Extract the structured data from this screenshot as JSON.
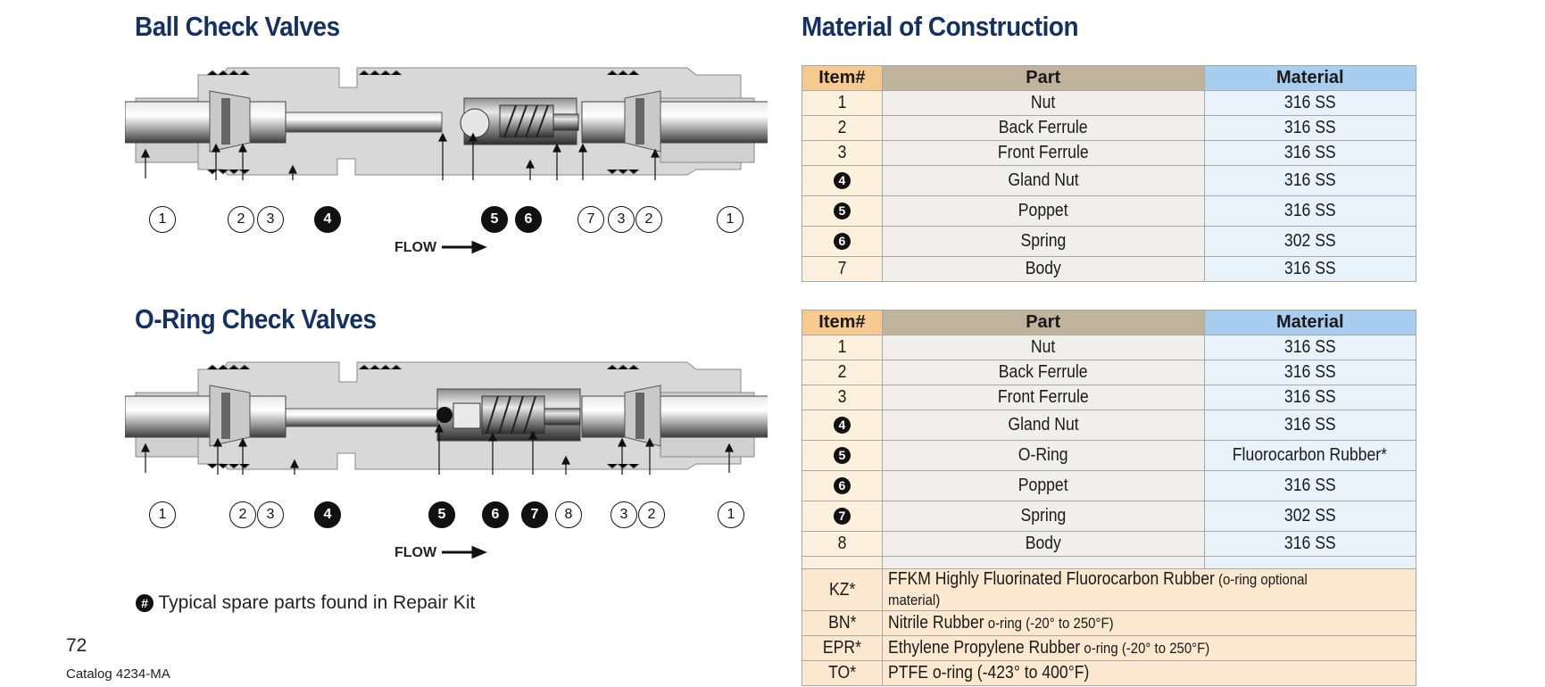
{
  "left": {
    "ball_title": "Ball Check Valves",
    "oring_title": "O-Ring Check Valves",
    "flow_label": "FLOW",
    "ball_callouts": [
      "1",
      "2",
      "3",
      "4",
      "5",
      "6",
      "7",
      "3",
      "2",
      "1"
    ],
    "oring_callouts": [
      "1",
      "2",
      "3",
      "4",
      "5",
      "6",
      "7",
      "8",
      "3",
      "2",
      "1"
    ],
    "legend_mark": "#",
    "legend_text": "Typical spare parts found in Repair Kit",
    "page_number": "72",
    "catalog": "Catalog 4234-MA"
  },
  "right": {
    "title": "Material of Construction",
    "headers": {
      "item": "Item#",
      "part": "Part",
      "material": "Material"
    },
    "ball_table": [
      {
        "item": "1",
        "filled": false,
        "part": "Nut",
        "material": "316 SS"
      },
      {
        "item": "2",
        "filled": false,
        "part": "Back Ferrule",
        "material": "316 SS"
      },
      {
        "item": "3",
        "filled": false,
        "part": "Front Ferrule",
        "material": "316 SS"
      },
      {
        "item": "4",
        "filled": true,
        "part": "Gland Nut",
        "material": "316 SS"
      },
      {
        "item": "5",
        "filled": true,
        "part": "Poppet",
        "material": "316 SS"
      },
      {
        "item": "6",
        "filled": true,
        "part": "Spring",
        "material": "302 SS"
      },
      {
        "item": "7",
        "filled": false,
        "part": "Body",
        "material": "316 SS"
      }
    ],
    "oring_table": [
      {
        "item": "1",
        "filled": false,
        "part": "Nut",
        "material": "316 SS"
      },
      {
        "item": "2",
        "filled": false,
        "part": "Back Ferrule",
        "material": "316 SS"
      },
      {
        "item": "3",
        "filled": false,
        "part": "Front Ferrule",
        "material": "316 SS"
      },
      {
        "item": "4",
        "filled": true,
        "part": "Gland Nut",
        "material": "316 SS"
      },
      {
        "item": "5",
        "filled": true,
        "part": "O-Ring",
        "material": "Fluorocarbon Rubber*"
      },
      {
        "item": "6",
        "filled": true,
        "part": "Poppet",
        "material": "316 SS"
      },
      {
        "item": "7",
        "filled": true,
        "part": "Spring",
        "material": "302 SS"
      },
      {
        "item": "8",
        "filled": false,
        "part": "Body",
        "material": "316 SS"
      }
    ],
    "options": [
      {
        "code": "KZ*",
        "main": "FFKM Highly Fluorinated Fluorocarbon Rubber",
        "note": "(o-ring optional material)"
      },
      {
        "code": "BN*",
        "main": "Nitrile Rubber",
        "note": "o-ring (-20° to 250°F)"
      },
      {
        "code": "EPR*",
        "main": "Ethylene Propylene Rubber",
        "note": "o-ring (-20° to 250°F)"
      },
      {
        "code": "TO*",
        "main": "PTFE o-ring (-423° to 400°F)",
        "note": ""
      }
    ]
  }
}
